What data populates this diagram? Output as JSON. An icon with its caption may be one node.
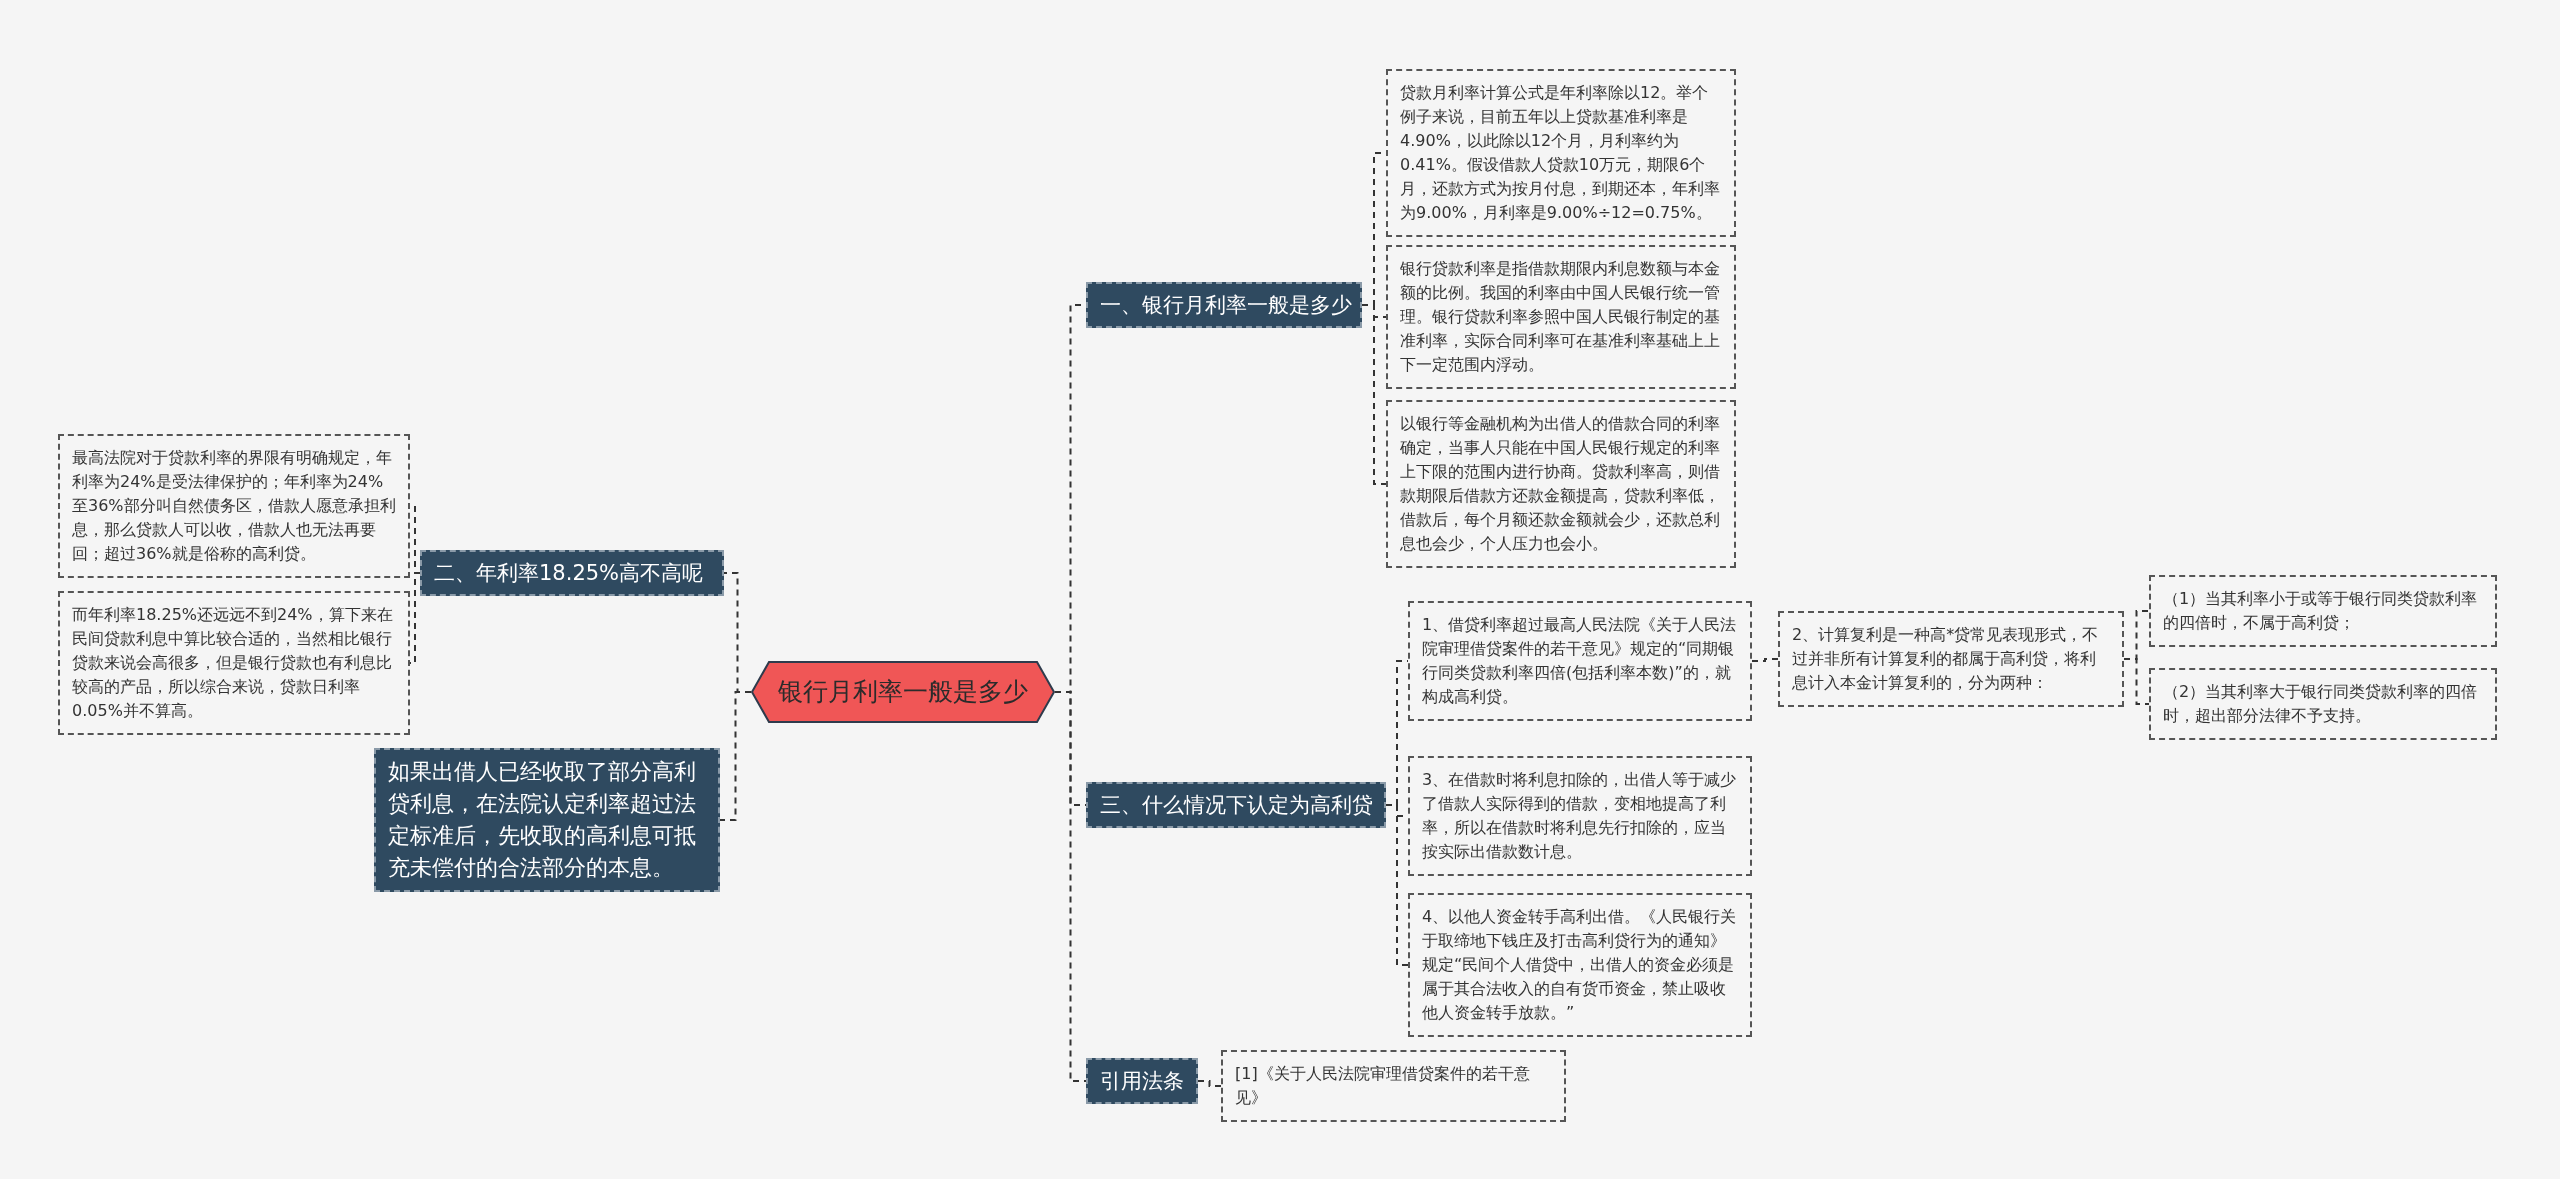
{
  "diagram": {
    "nodes": [
      {
        "text": [
          "银行月利率一般是多少"
        ]
      },
      {
        "text": [
          "一、银行月利率一般是多少"
        ]
      },
      {
        "text": [
          "贷款月利率计算公式是年利率除以12。举个例子来说，目前五年以上贷款基准利率是4.90%，以此除以12个月，月利率约为0.41%。假设借款人贷款10万元，期限6个月，还款方式为按月付息，到期还本，年利率为9.00%，月利率是9.00%÷12=0.75%。"
        ]
      },
      {
        "text": [
          "银行贷款利率是指借款期限内利息数额与本金额的比例。我国的利率由中国人民银行统一管理。银行贷款利率参照中国人民银行制定的基准利率，实际合同利率可在基准利率基础上上下一定范围内浮动。"
        ]
      },
      {
        "text": [
          "以银行等金融机构为出借人的借款合同的利率确定，当事人只能在中国人民银行规定的利率上下限的范围内进行协商。贷款利率高，则借款期限后借款方还款金额提高，贷款利率低，借款后，每个月额还款金额就会少，还款总利息也会少，个人压力也会小。"
        ]
      },
      {
        "text": [
          "二、年利率18.25%高不高呢"
        ]
      },
      {
        "text": [
          "最高法院对于贷款利率的界限有明确规定，年利率为24%是受法律保护的；年利率为24%至36%部分叫自然债务区，借款人愿意承担利息，那么贷款人可以收，借款人也无法再要回；超过36%就是俗称的高利贷。"
        ]
      },
      {
        "text": [
          "而年利率18.25%还远远不到24%，算下来在民间贷款利息中算比较合适的，当然相比银行贷款来说会高很多，但是银行贷款也有利息比较高的产品，所以综合来说，贷款日利率0.05%并不算高。"
        ]
      },
      {
        "text": [
          "如果出借人已经收取了部分高利贷利息，在法院认定利率超过法定标准后，先收取的高利息可抵充未偿付的合法部分的本息。"
        ]
      },
      {
        "text": [
          "三、什么情况下认定为高利贷"
        ]
      },
      {
        "text": [
          "1、借贷利率超过最高人民法院《关于人民法院审理借贷案件的若干意见》规定的“同期银行同类贷款利率四倍(包括利率本数)”的，就构成高利贷。"
        ]
      },
      {
        "text": [
          "2、计算复利是一种高*贷常见表现形式，不过并非所有计算复利的都属于高利贷，将利息计入本金计算复利的，分为两种："
        ]
      },
      {
        "text": [
          "（1）当其利率小于或等于银行同类贷款利率的四倍时，不属于高利贷；"
        ]
      },
      {
        "text": [
          "（2）当其利率大于银行同类贷款利率的四倍时，超出部分法律不予支持。"
        ]
      },
      {
        "text": [
          "3、在借款时将利息扣除的，出借人等于减少了借款人实际得到的借款，变相地提高了利率，所以在借款时将利息先行扣除的，应当按实际出借款数计息。"
        ]
      },
      {
        "text": [
          "4、以他人资金转手高利出借。《人民银行关于取缔地下钱庄及打击高利贷行为的通知》规定“民间个人借贷中，出借人的资金必须是属于其合法收入的自有货币资金，禁止吸收他人资金转手放款。”"
        ]
      },
      {
        "text": [
          "引用法条"
        ]
      },
      {
        "text": [
          "[1]《关于人民法院审理借贷案件的若干意见》"
        ]
      }
    ],
    "edges": [
      {
        "from": 0,
        "to": 1,
        "arrow": "none"
      },
      {
        "from": 0,
        "to": 5,
        "arrow": "none"
      },
      {
        "from": 0,
        "to": 8,
        "arrow": "none"
      },
      {
        "from": 0,
        "to": 9,
        "arrow": "none"
      },
      {
        "from": 0,
        "to": 16,
        "arrow": "none"
      },
      {
        "from": 1,
        "to": 2,
        "arrow": "none"
      },
      {
        "from": 1,
        "to": 3,
        "arrow": "none"
      },
      {
        "from": 1,
        "to": 4,
        "arrow": "none"
      },
      {
        "from": 5,
        "to": 6,
        "arrow": "none"
      },
      {
        "from": 5,
        "to": 7,
        "arrow": "none"
      },
      {
        "from": 9,
        "to": 10,
        "arrow": "none"
      },
      {
        "from": 9,
        "to": 14,
        "arrow": "none"
      },
      {
        "from": 9,
        "to": 15,
        "arrow": "none"
      },
      {
        "from": 10,
        "to": 11,
        "arrow": "none"
      },
      {
        "from": 11,
        "to": 12,
        "arrow": "none"
      },
      {
        "from": 11,
        "to": 13,
        "arrow": "none"
      },
      {
        "from": 16,
        "to": 17,
        "arrow": "none"
      }
    ]
  }
}
